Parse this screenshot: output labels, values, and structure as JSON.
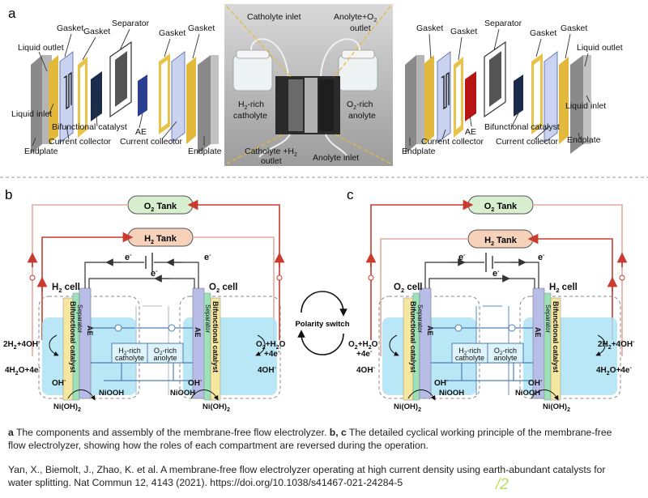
{
  "panel_a": {
    "letter": "a",
    "left": {
      "gasket1": "Gasket",
      "gasket2": "Gasket",
      "separator": "Separator",
      "gasket3": "Gasket",
      "gasket4": "Gasket",
      "liquid_outlet": "Liquid outlet",
      "liquid_inlet": "Liquid inlet",
      "bifunctional_catalyst": "Bifunctional catalyst",
      "ae": "AE",
      "current_collector1": "Current collector",
      "current_collector2": "Current collector",
      "endplate1": "Endplate",
      "endplate2": "Endplate"
    },
    "photo": {
      "catholyte_inlet": "Catholyte inlet",
      "anolyte_o2_outlet1": "Anolyte+O",
      "anolyte_o2_outlet_sub": "2",
      "anolyte_o2_outlet2": "outlet",
      "h2_rich1": "H",
      "h2_rich_sub": "2",
      "h2_rich2": "-rich",
      "h2_rich3": "catholyte",
      "o2_rich1": "O",
      "o2_rich_sub": "2",
      "o2_rich2": "-rich",
      "o2_rich3": "anolyte",
      "catholyte_h2_outlet1": "Catholyte +H",
      "catholyte_h2_outlet_sub": "2",
      "catholyte_h2_outlet2": "outlet",
      "anolyte_inlet": "Anolyte inlet"
    },
    "right": {
      "gasket1": "Gasket",
      "gasket2": "Gasket",
      "separator": "Separator",
      "gasket3": "Gasket",
      "gasket4": "Gasket",
      "liquid_outlet": "Liquid outlet",
      "liquid_inlet": "Liquid inlet",
      "bifunctional_catalyst": "Bifunctional catalyst",
      "ae": "AE",
      "current_collector1": "Current collector",
      "current_collector2": "Current collector",
      "endplate1": "Endplate",
      "endplate2": "Endplate"
    }
  },
  "panel_b": {
    "letter": "b",
    "o2_tank": "O",
    "o2_tank_sub": "2",
    "o2_tank_tail": " Tank",
    "h2_tank": "H",
    "h2_tank_sub": "2",
    "h2_tank_tail": " Tank",
    "electron": "e",
    "electron_sup": "-",
    "left_cell": "H",
    "left_cell_sub": "2",
    "left_cell_tail": " cell",
    "right_cell": "O",
    "right_cell_sub": "2",
    "right_cell_tail": " cell",
    "bifunctional_catalyst": "Bifunctional catalyst",
    "separator": "Separator",
    "ae": "AE",
    "left_rxn1": "2H",
    "left_rxn1_sub": "2",
    "left_rxn1_tail": "+4OH",
    "left_rxn1_sup": "-",
    "left_rxn2": "4H",
    "left_rxn2_sub": "2",
    "left_rxn2_tail": "O+4e",
    "left_rxn2_sup": "-",
    "oh": "OH",
    "oh_sup": "-",
    "left_nioh": "Ni(OH)",
    "left_nioh_sub": "2",
    "left_niooh": "NiOOH",
    "h2_catholyte1": "H",
    "h2_catholyte_sub": "2",
    "h2_catholyte2": "-rich",
    "h2_catholyte3": "catholyte",
    "o2_anolyte1": "O",
    "o2_anolyte_sub": "2",
    "o2_anolyte2": "-rich",
    "o2_anolyte3": "anolyte",
    "right_rxn1": "O",
    "right_rxn1_sub": "2",
    "right_rxn1_tail": "+H",
    "right_rxn1_sub2": "2",
    "right_rxn1_tail2": "O",
    "right_rxn1b": "+4e",
    "right_rxn1b_sup": "-",
    "right_rxn2": "4OH",
    "right_rxn2_sup": "-",
    "right_niooh": "NiOOH",
    "right_nioh": "Ni(OH)",
    "right_nioh_sub": "2"
  },
  "polarity_switch": "Polarity switch",
  "panel_c": {
    "letter": "c",
    "left_cell": "O",
    "left_cell_sub": "2",
    "left_cell_tail": " cell",
    "right_cell": "H",
    "right_cell_sub": "2",
    "right_cell_tail": " cell"
  },
  "caption": {
    "a_letter": "a",
    "a_text": " The components and assembly of the membrane-free flow electrolyzer. ",
    "bc_letters": "b, c",
    "bc_text": " The detailed cyclical working principle of the membrane-free flow electrolyzer, showing how the roles of each compartment are reversed during the operation."
  },
  "citation": "Yan, X., Biemolt, J., Zhao, K. et al. A membrane-free flow electrolyzer operating at high current density using earth-abundant catalysts for water splitting. Nat Commun 12, 4143 (2021). https://doi.org/10.1038/s41467-021-24284-5",
  "watermark": "/2",
  "colors": {
    "o2_tank": "#d8efcf",
    "h2_tank": "#f6d2bb",
    "electrolyte": "#aee3f5",
    "catalyst": "#f5e6a0",
    "separator": "#9fe1b7",
    "ae": "#b8bde8",
    "pipe_red": "#c83b2e",
    "pipe_blue": "#4d7fb8",
    "wire": "#333333"
  }
}
